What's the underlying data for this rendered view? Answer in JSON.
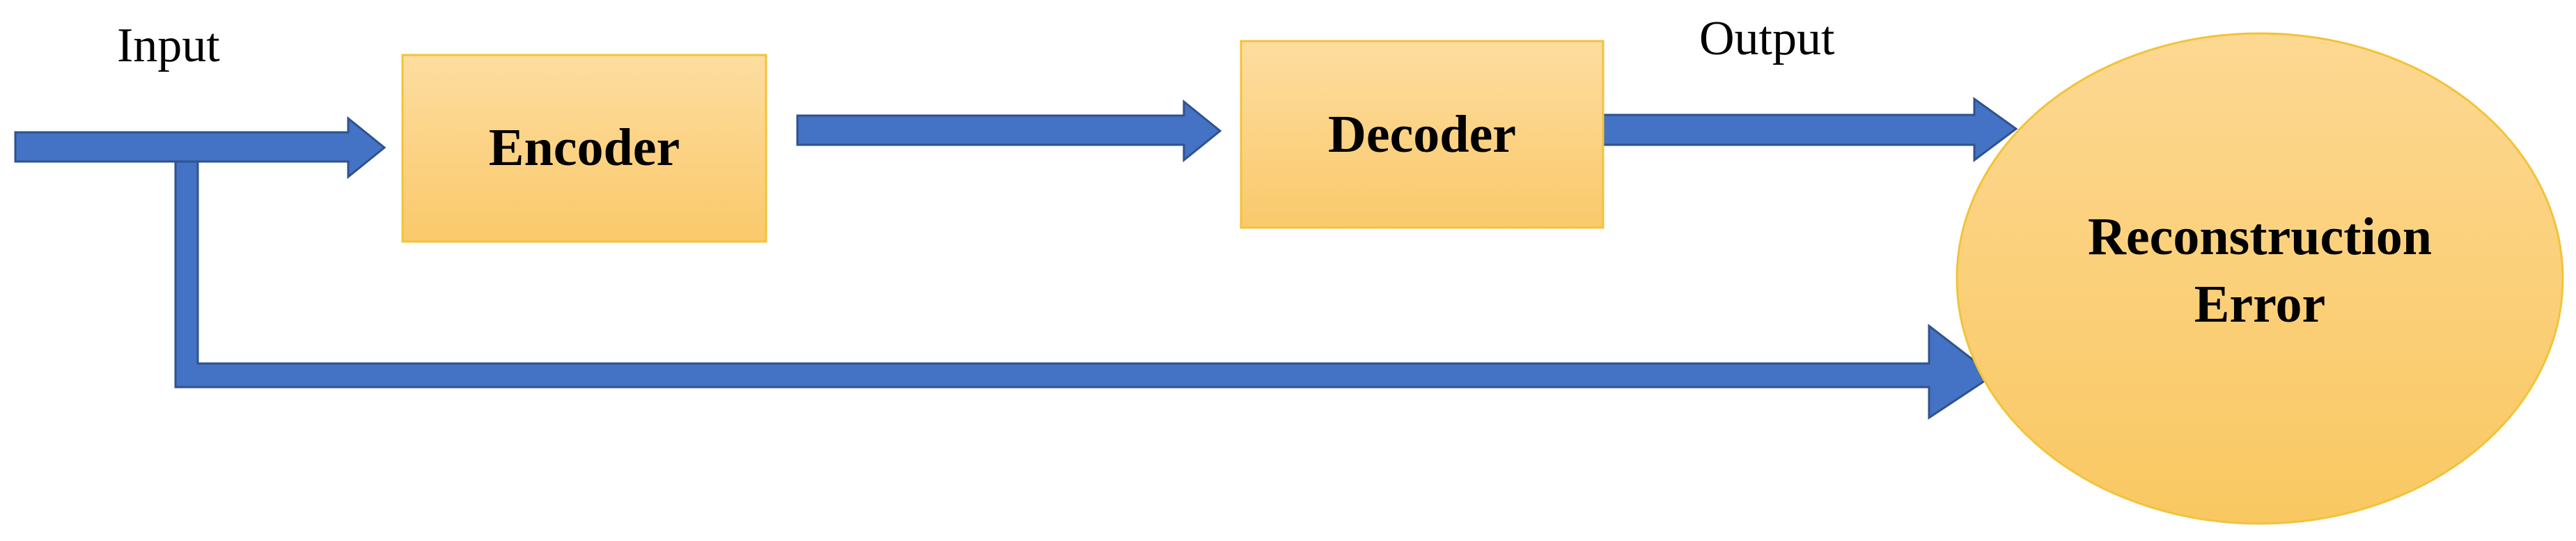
{
  "diagram": {
    "labels": {
      "input": "Input",
      "output": "Output"
    },
    "nodes": {
      "encoder": "Encoder",
      "decoder": "Decoder",
      "error_line1": "Reconstruction",
      "error_line2": "Error"
    },
    "colors": {
      "box_fill_top": "#FDDDA0",
      "box_fill_bottom": "#FAC96A",
      "box_stroke": "#F2C33A",
      "ellipse_fill_top": "#FDD892",
      "ellipse_fill_bottom": "#F9C862",
      "ellipse_stroke": "#F2C33A",
      "arrow_fill": "#4472C4",
      "arrow_stroke": "#2F528F"
    }
  }
}
